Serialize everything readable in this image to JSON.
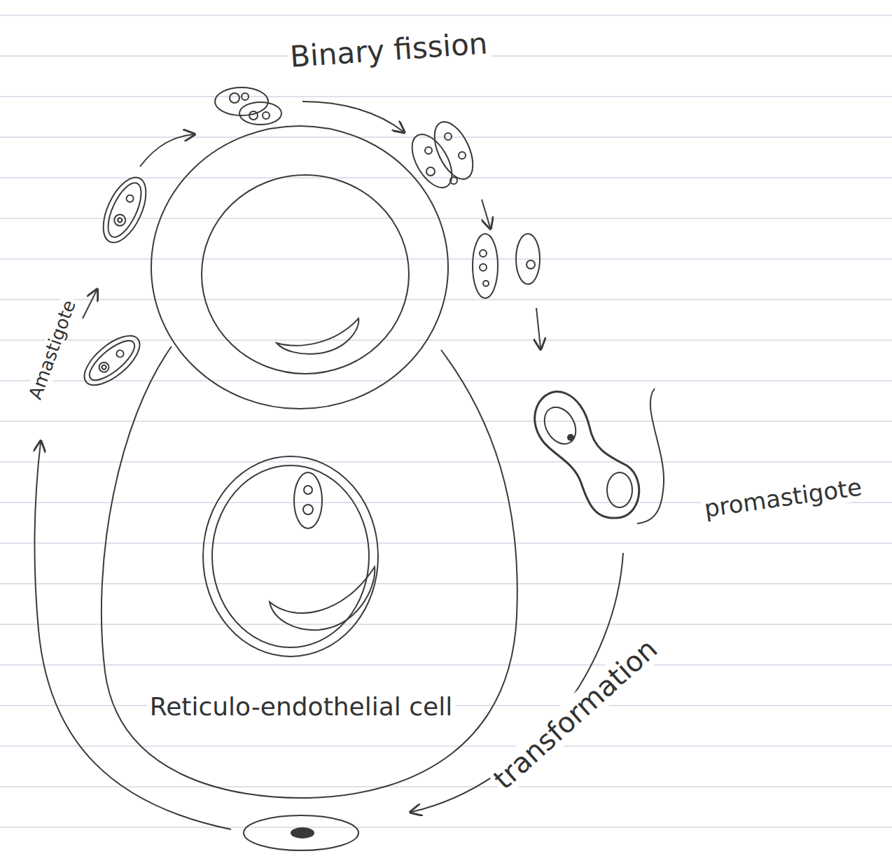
{
  "diagram": {
    "nodes": [
      {
        "text": [
          "Reticulo-endothelial cell"
        ]
      }
    ],
    "labels": [
      "Binary fission",
      "Amastigote",
      "promastigote",
      "transformation"
    ]
  }
}
